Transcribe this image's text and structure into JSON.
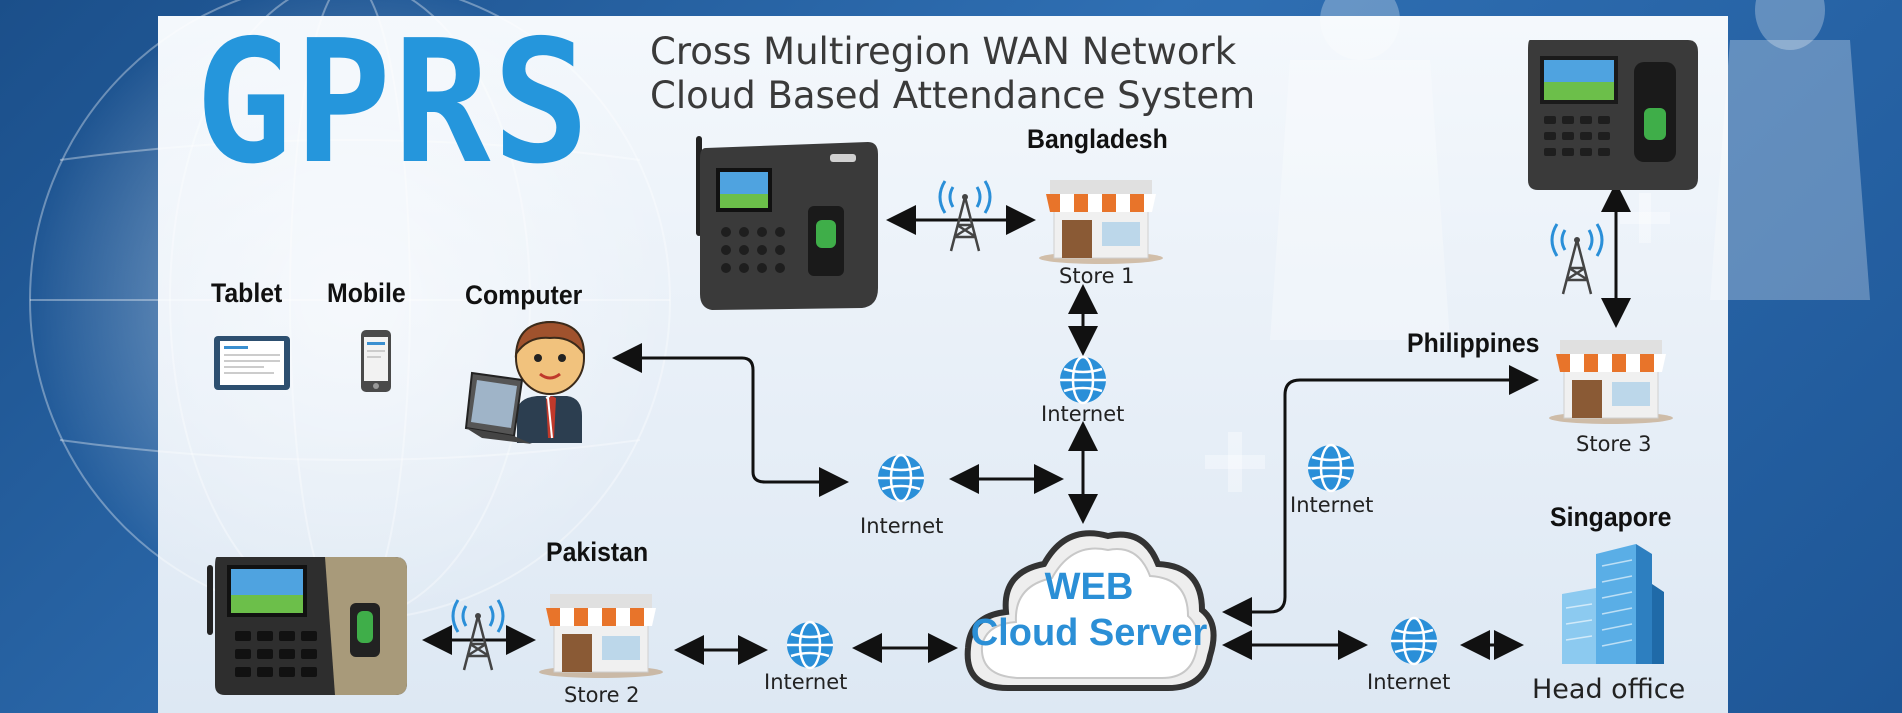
{
  "logo": "GPRS",
  "title": {
    "line1": "Cross Multiregion WAN Network",
    "line2": "Cloud Based Attendance System"
  },
  "devices": {
    "tablet": "Tablet",
    "mobile": "Mobile",
    "computer": "Computer"
  },
  "regions": {
    "bangladesh": "Bangladesh",
    "philippines": "Philippines",
    "pakistan": "Pakistan",
    "singapore": "Singapore"
  },
  "stores": {
    "store1": "Store 1",
    "store2": "Store 2",
    "store3": "Store 3",
    "head_office": "Head office"
  },
  "internet_label": "Internet",
  "cloud": {
    "line1": "WEB",
    "line2": "Cloud Server"
  },
  "colors": {
    "accent": "#2596dc",
    "globe": "#2a8fd8",
    "awning_orange": "#e8742a",
    "device_dark": "#3a3a3a"
  },
  "icons": [
    "globe-icon",
    "antenna-tower-icon",
    "store-icon",
    "fingerprint-terminal-icon",
    "building-icon",
    "tablet-icon",
    "mobile-icon",
    "computer-user-icon"
  ]
}
